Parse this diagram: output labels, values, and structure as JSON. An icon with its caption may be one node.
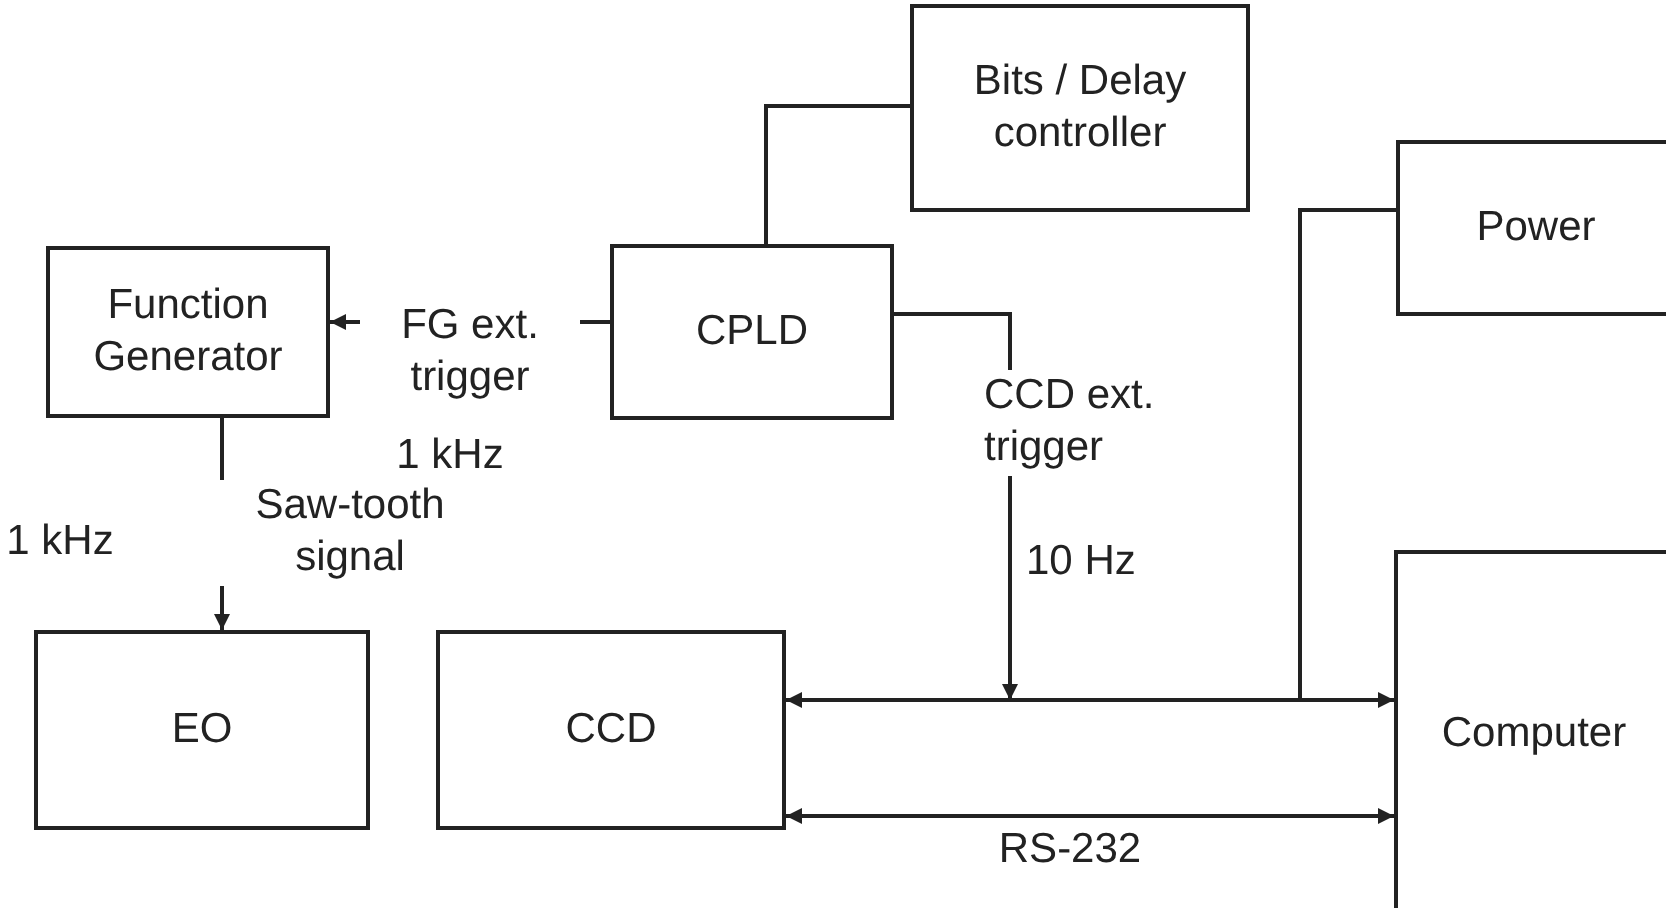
{
  "diagram": {
    "nodes": [
      {
        "text": [
          "Bits / Delay controller"
        ]
      },
      {
        "text": [
          "Function Generator"
        ]
      },
      {
        "text": [
          "CPLD"
        ]
      },
      {
        "text": [
          "Power"
        ]
      },
      {
        "text": [
          "EO"
        ]
      },
      {
        "text": [
          "CCD"
        ]
      },
      {
        "text": [
          "Computer"
        ]
      }
    ],
    "edges": [
      {
        "from": 0,
        "to": 2,
        "arrow": "none"
      },
      {
        "from": 2,
        "to": 1,
        "arrow": "to",
        "label": "FG ext. trigger"
      },
      {
        "from": 1,
        "to": 4,
        "arrow": "to",
        "label": "Saw-tooth signal"
      },
      {
        "from": 2,
        "to": null,
        "arrow": "to",
        "label": "CCD ext. trigger"
      },
      {
        "from": 3,
        "to": null,
        "arrow": "none"
      },
      {
        "from": 5,
        "to": 6,
        "arrow": "both"
      },
      {
        "from": 5,
        "to": 6,
        "arrow": "both",
        "label": "RS-232"
      }
    ],
    "labels": [
      "1 kHz",
      "1 kHz",
      "10 Hz"
    ]
  }
}
